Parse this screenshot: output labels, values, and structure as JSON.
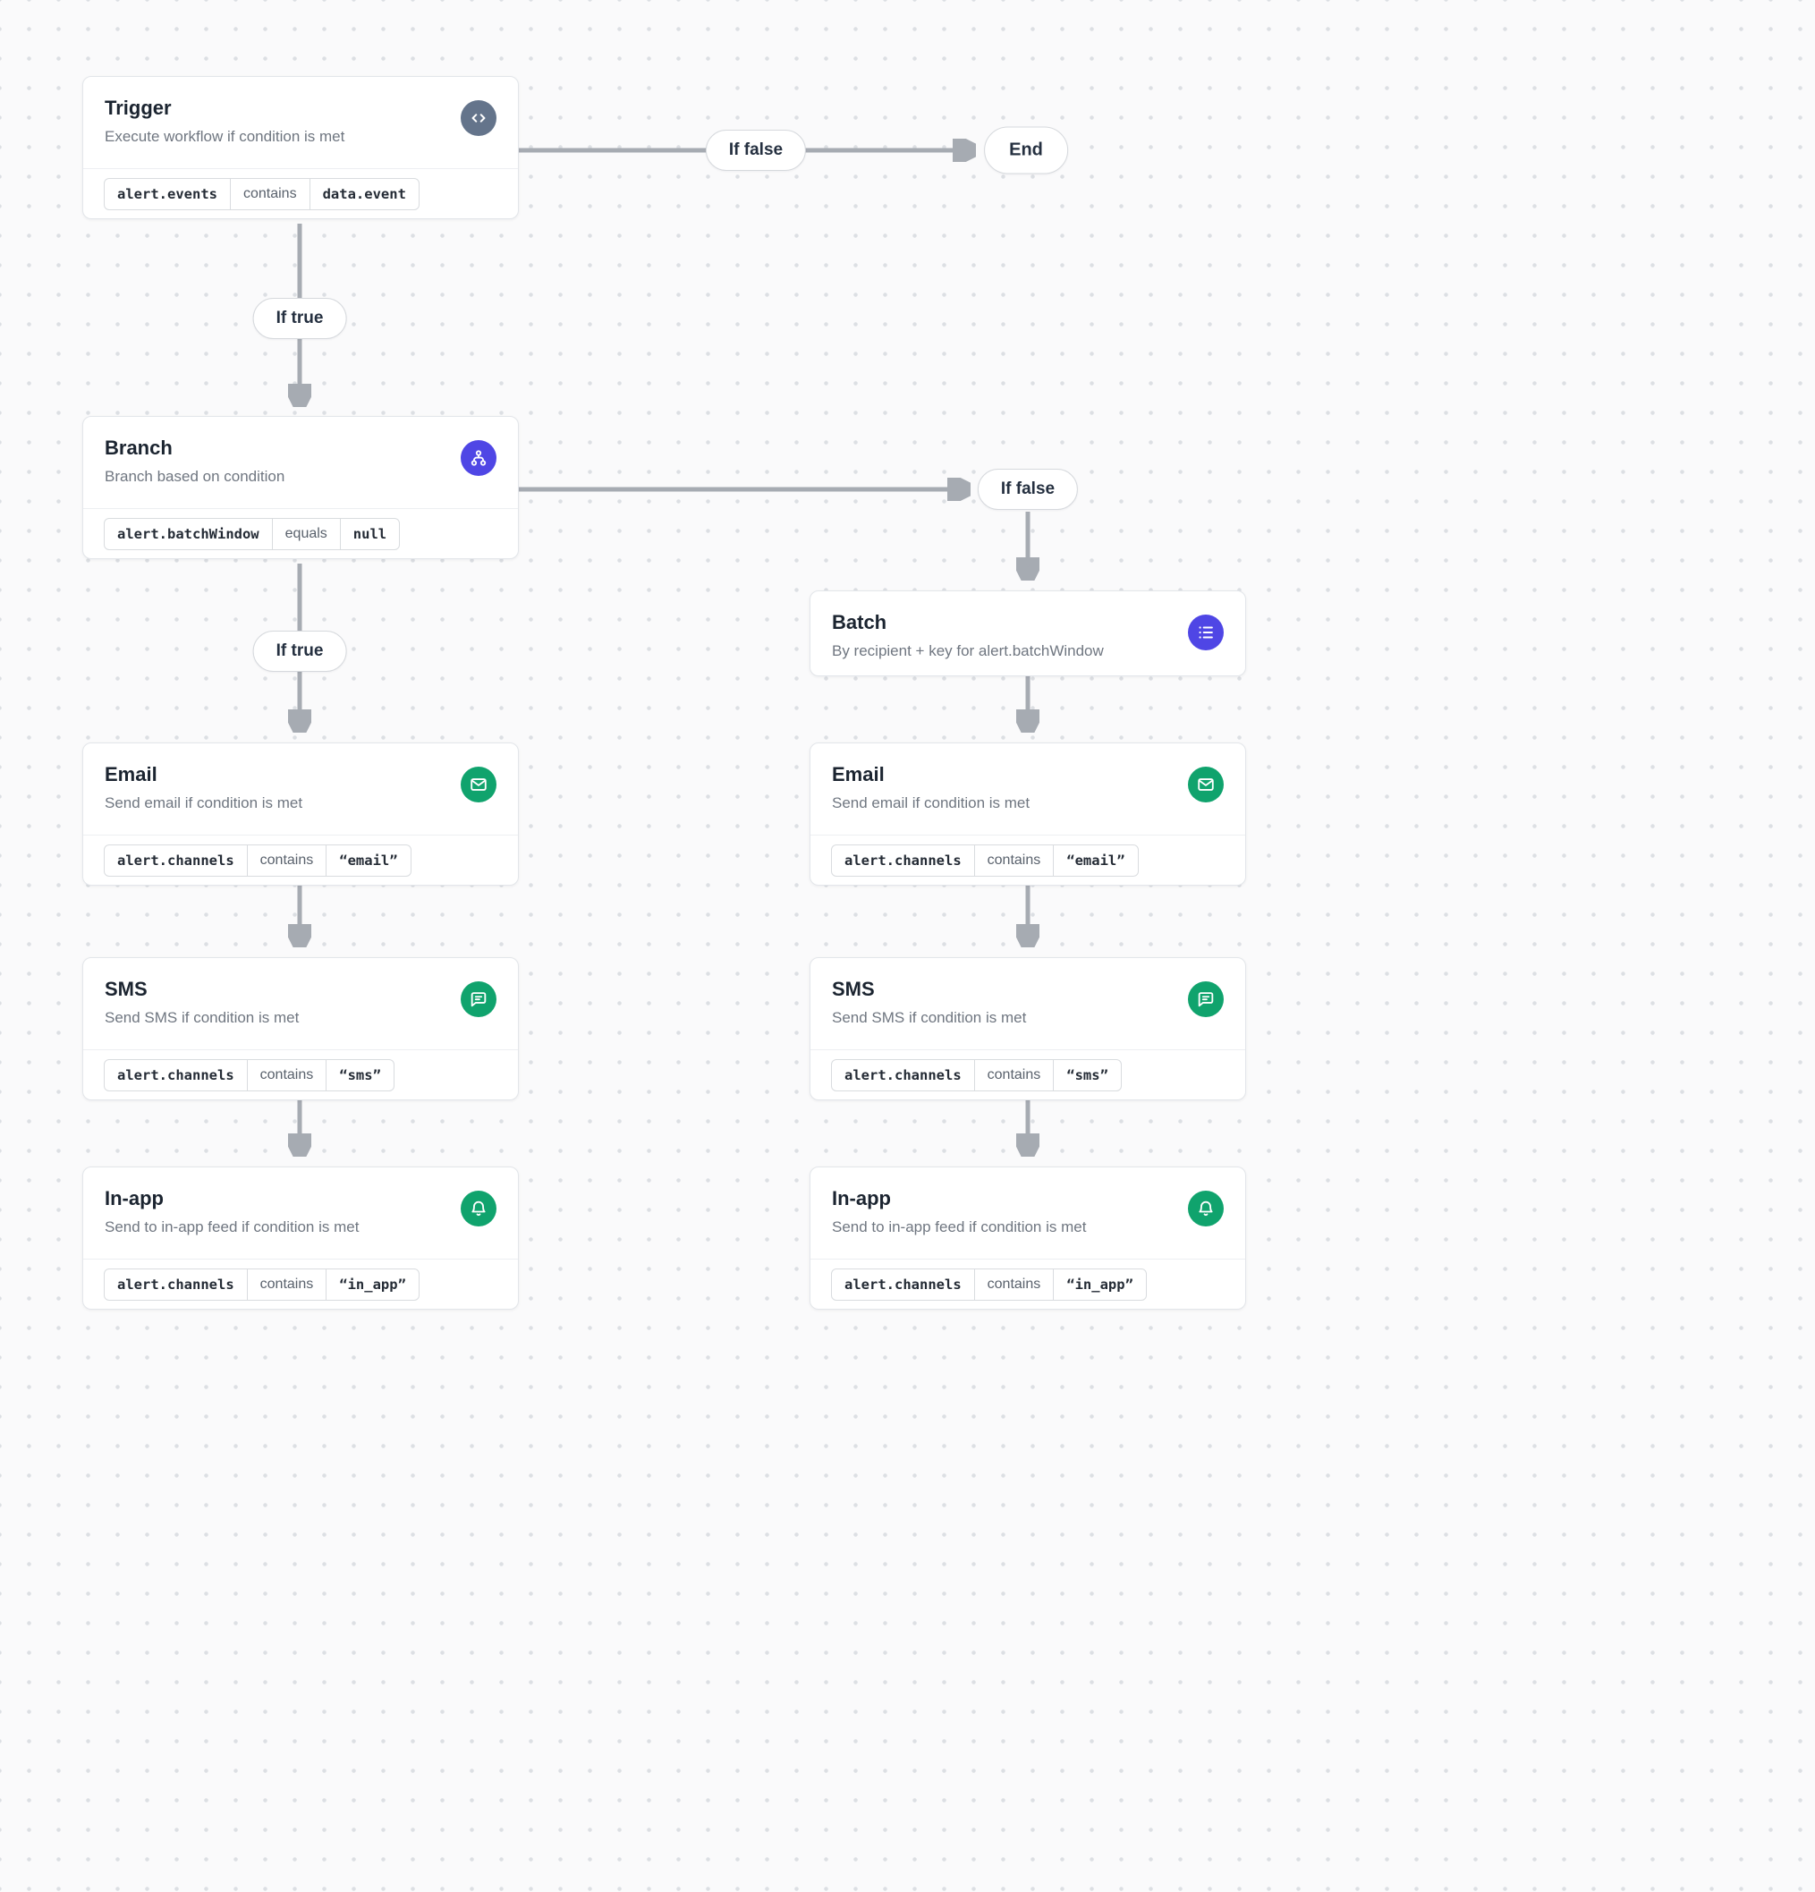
{
  "canvas": {
    "background": "#fafafb",
    "dot_color": "#dcdfe3"
  },
  "colors": {
    "trigger_icon_bg": "#64748b",
    "branch_icon_bg": "#4f46e5",
    "batch_icon_bg": "#4f46e5",
    "channel_icon_bg": "#10a36d",
    "arrow": "#a6abb2",
    "node_border": "#e3e6ea",
    "title_text": "#1b2430",
    "subtitle_text": "#6f7680"
  },
  "labels": {
    "if_true": "If true",
    "if_false": "If false",
    "end": "End"
  },
  "nodes": {
    "trigger": {
      "title": "Trigger",
      "subtitle": "Execute workflow if condition is met",
      "icon": "code-icon",
      "condition": {
        "field": "alert.events",
        "operator": "contains",
        "value": "data.event"
      }
    },
    "branch": {
      "title": "Branch",
      "subtitle": "Branch based on condition",
      "icon": "branch-icon",
      "condition": {
        "field": "alert.batchWindow",
        "operator": "equals",
        "value": "null"
      }
    },
    "batch": {
      "title": "Batch",
      "subtitle": "By recipient + key for alert.batchWindow",
      "icon": "list-icon"
    },
    "email_left": {
      "title": "Email",
      "subtitle": "Send email if condition is met",
      "icon": "mail-icon",
      "condition": {
        "field": "alert.channels",
        "operator": "contains",
        "value": "“email”"
      }
    },
    "sms_left": {
      "title": "SMS",
      "subtitle": "Send SMS if condition is met",
      "icon": "chat-icon",
      "condition": {
        "field": "alert.channels",
        "operator": "contains",
        "value": "“sms”"
      }
    },
    "inapp_left": {
      "title": "In-app",
      "subtitle": "Send to in-app feed if condition is met",
      "icon": "bell-icon",
      "condition": {
        "field": "alert.channels",
        "operator": "contains",
        "value": "“in_app”"
      }
    },
    "email_right": {
      "title": "Email",
      "subtitle": "Send email if condition is met",
      "icon": "mail-icon",
      "condition": {
        "field": "alert.channels",
        "operator": "contains",
        "value": "“email”"
      }
    },
    "sms_right": {
      "title": "SMS",
      "subtitle": "Send SMS if condition is met",
      "icon": "chat-icon",
      "condition": {
        "field": "alert.channels",
        "operator": "contains",
        "value": "“sms”"
      }
    },
    "inapp_right": {
      "title": "In-app",
      "subtitle": "Send to in-app feed if condition is met",
      "icon": "bell-icon",
      "condition": {
        "field": "alert.channels",
        "operator": "contains",
        "value": "“in_app”"
      }
    }
  }
}
